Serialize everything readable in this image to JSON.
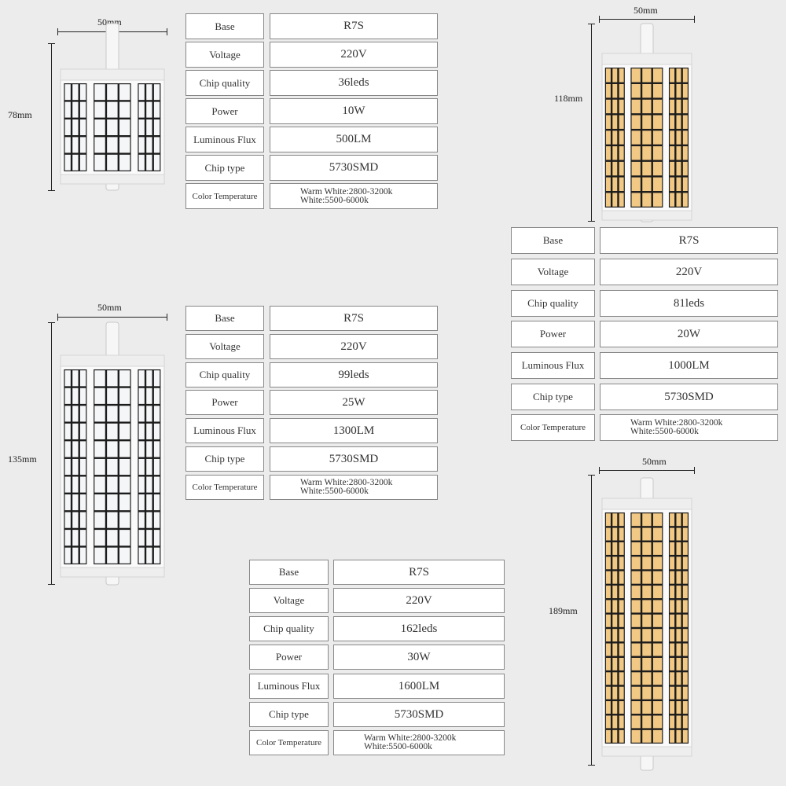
{
  "labels": {
    "base": "Base",
    "voltage": "Voltage",
    "chip_quality": "Chip quality",
    "power": "Power",
    "luminous_flux": "Luminous Flux",
    "chip_type": "Chip type",
    "color_temperature": "Color Temperature"
  },
  "products": [
    {
      "length": "78mm",
      "width": "50mm",
      "base": "R7S",
      "voltage": "220V",
      "chip_quality": "36leds",
      "power": "10W",
      "luminous_flux": "500LM",
      "chip_type": "5730SMD",
      "ct_warm": "Warm White:2800-3200k",
      "ct_white": "White:5500-6000k",
      "led_color": "#f4f6f8"
    },
    {
      "length": "118mm",
      "width": "50mm",
      "base": "R7S",
      "voltage": "220V",
      "chip_quality": "81leds",
      "power": "20W",
      "luminous_flux": "1000LM",
      "chip_type": "5730SMD",
      "ct_warm": "Warm White:2800-3200k",
      "ct_white": "White:5500-6000k",
      "led_color": "#f1c985"
    },
    {
      "length": "135mm",
      "width": "50mm",
      "base": "R7S",
      "voltage": "220V",
      "chip_quality": "99leds",
      "power": "25W",
      "luminous_flux": "1300LM",
      "chip_type": "5730SMD",
      "ct_warm": "Warm White:2800-3200k",
      "ct_white": "White:5500-6000k",
      "led_color": "#f4f6f8"
    },
    {
      "length": "189mm",
      "width": "50mm",
      "base": "R7S",
      "voltage": "220V",
      "chip_quality": "162leds",
      "power": "30W",
      "luminous_flux": "1600LM",
      "chip_type": "5730SMD",
      "ct_warm": "Warm White:2800-3200k",
      "ct_white": "White:5500-6000k",
      "led_color": "#f1c985"
    }
  ]
}
